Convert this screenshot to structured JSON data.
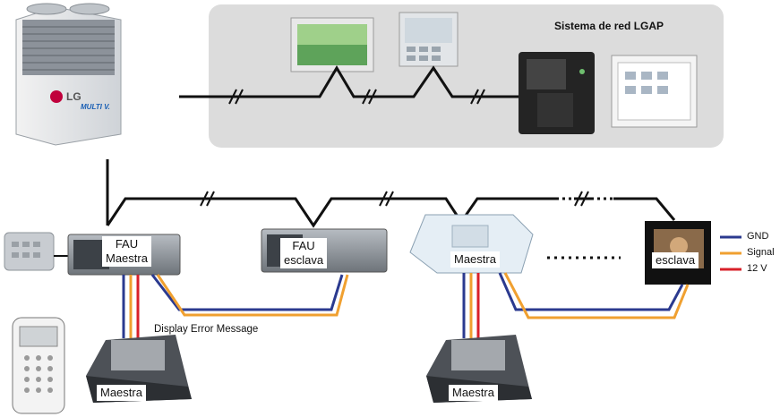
{
  "network_title": "Sistema de red LGAP",
  "odu": {
    "brand": "LG",
    "series": "MULTI V."
  },
  "units": {
    "fau_master": {
      "line1": "FAU",
      "line2": "Maestra"
    },
    "fau_slave": {
      "line1": "FAU",
      "line2": "esclava"
    },
    "cassette_master": {
      "label": "Maestra"
    },
    "slave_panel": {
      "label": "esclava"
    }
  },
  "controllers": {
    "left_label": "Maestra",
    "right_label": "Maestra"
  },
  "annotation": "Display Error Message",
  "legend": [
    {
      "label": "GND",
      "color": "#2b3a8f"
    },
    {
      "label": "Signal",
      "color": "#f0a030"
    },
    {
      "label": "12 V",
      "color": "#d8202a"
    }
  ],
  "colors": {
    "network_bg": "#dcdcdc",
    "bus_line": "#111111"
  }
}
